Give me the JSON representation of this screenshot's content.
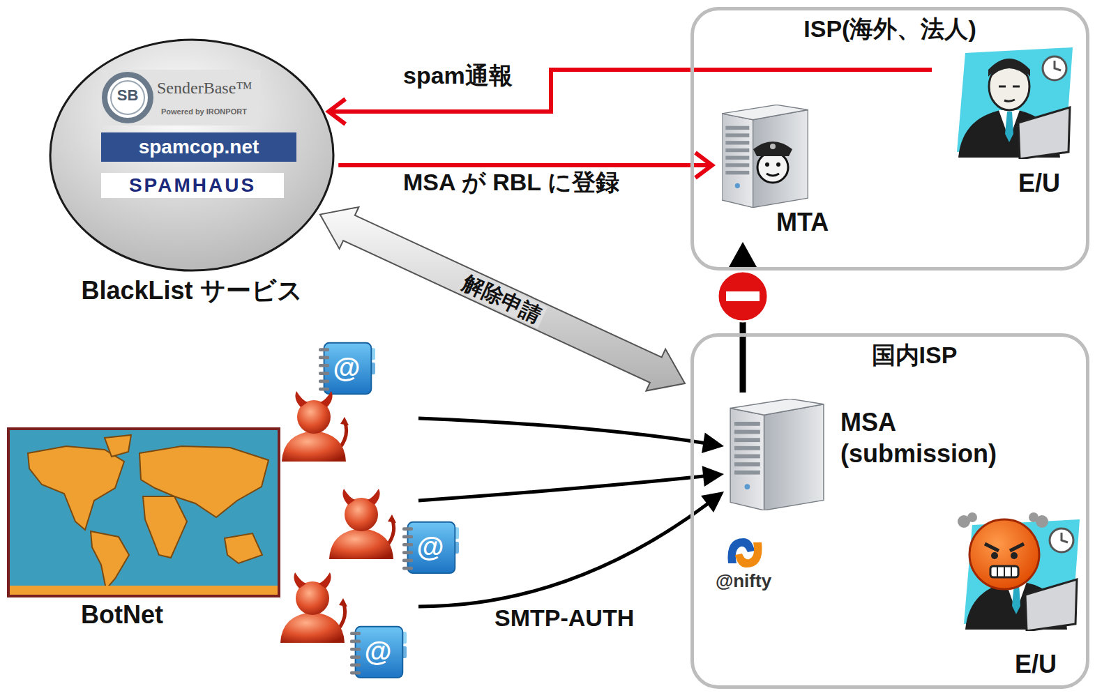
{
  "diagram": {
    "nodes": [
      {
        "text": [
          "BlackList サービス"
        ]
      },
      {
        "text": [
          "SB",
          "SenderBase™",
          "Powered by IRONPORT"
        ],
        "in": 0
      },
      {
        "text": [
          "spamcop.net"
        ],
        "in": 0
      },
      {
        "text": [
          "SPAMHAUS"
        ],
        "in": 0
      },
      {
        "text": [
          "ISP(海外、法人)"
        ]
      },
      {
        "text": [
          "MTA"
        ],
        "in": 4
      },
      {
        "text": [
          "E/U"
        ],
        "in": 4
      },
      {
        "text": [
          "BotNet"
        ]
      },
      {
        "text": [
          "国内ISP"
        ]
      },
      {
        "text": [
          "MSA (submission)"
        ],
        "in": 8
      },
      {
        "text": [
          "E/U"
        ],
        "in": 8
      }
    ],
    "edges": [
      {
        "from": 6,
        "to": 0,
        "label": "spam通報",
        "arrow": "to"
      },
      {
        "from": 0,
        "to": 5,
        "label": "MSA が RBL に登録",
        "arrow": "to"
      },
      {
        "from": 0,
        "to": 8,
        "label": "解除申請",
        "arrow": "both"
      },
      {
        "from": 9,
        "to": 5,
        "arrow": "to"
      },
      {
        "from": 7,
        "to": 9,
        "arrow": "to"
      },
      {
        "from": 7,
        "to": 9,
        "arrow": "to"
      },
      {
        "from": 7,
        "to": 9,
        "label": "SMTP-AUTH",
        "arrow": "to"
      }
    ],
    "labels": [
      "@",
      "@",
      "@",
      "@nifty"
    ]
  }
}
